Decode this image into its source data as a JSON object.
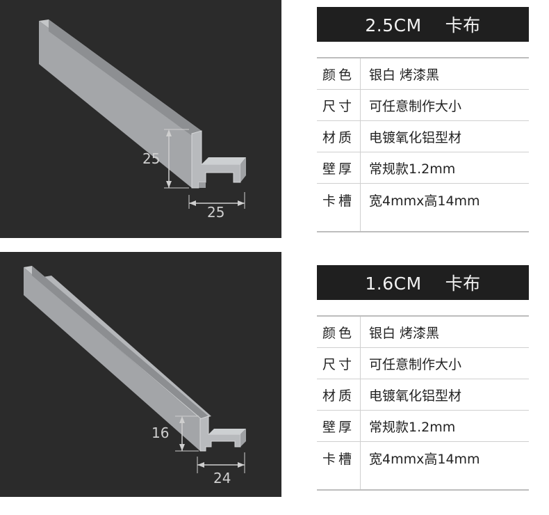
{
  "products": [
    {
      "title": "2.5CM　 卡布",
      "height_dim": "25",
      "width_dim": "25",
      "specs": [
        {
          "key": "颜色",
          "value": "银白  烤漆黑"
        },
        {
          "key": "尺寸",
          "value": "可任意制作大小"
        },
        {
          "key": "材质",
          "value": "电镀氧化铝型材"
        },
        {
          "key": "壁厚",
          "value": "常规款1.2mm"
        },
        {
          "key": "卡槽",
          "value": "宽4mmx高14mm"
        }
      ]
    },
    {
      "title": "1.6CM　 卡布",
      "height_dim": "16",
      "width_dim": "24",
      "specs": [
        {
          "key": "颜色",
          "value": "银白  烤漆黑"
        },
        {
          "key": "尺寸",
          "value": "可任意制作大小"
        },
        {
          "key": "材质",
          "value": "电镀氧化铝型材"
        },
        {
          "key": "壁厚",
          "value": "常规款1.2mm"
        },
        {
          "key": "卡槽",
          "value": "宽4mmx高14mm"
        }
      ]
    }
  ],
  "colors": {
    "panel_bg": "#2b2b2b",
    "title_bg": "#1f1f1f",
    "profile": "#a9abae"
  }
}
